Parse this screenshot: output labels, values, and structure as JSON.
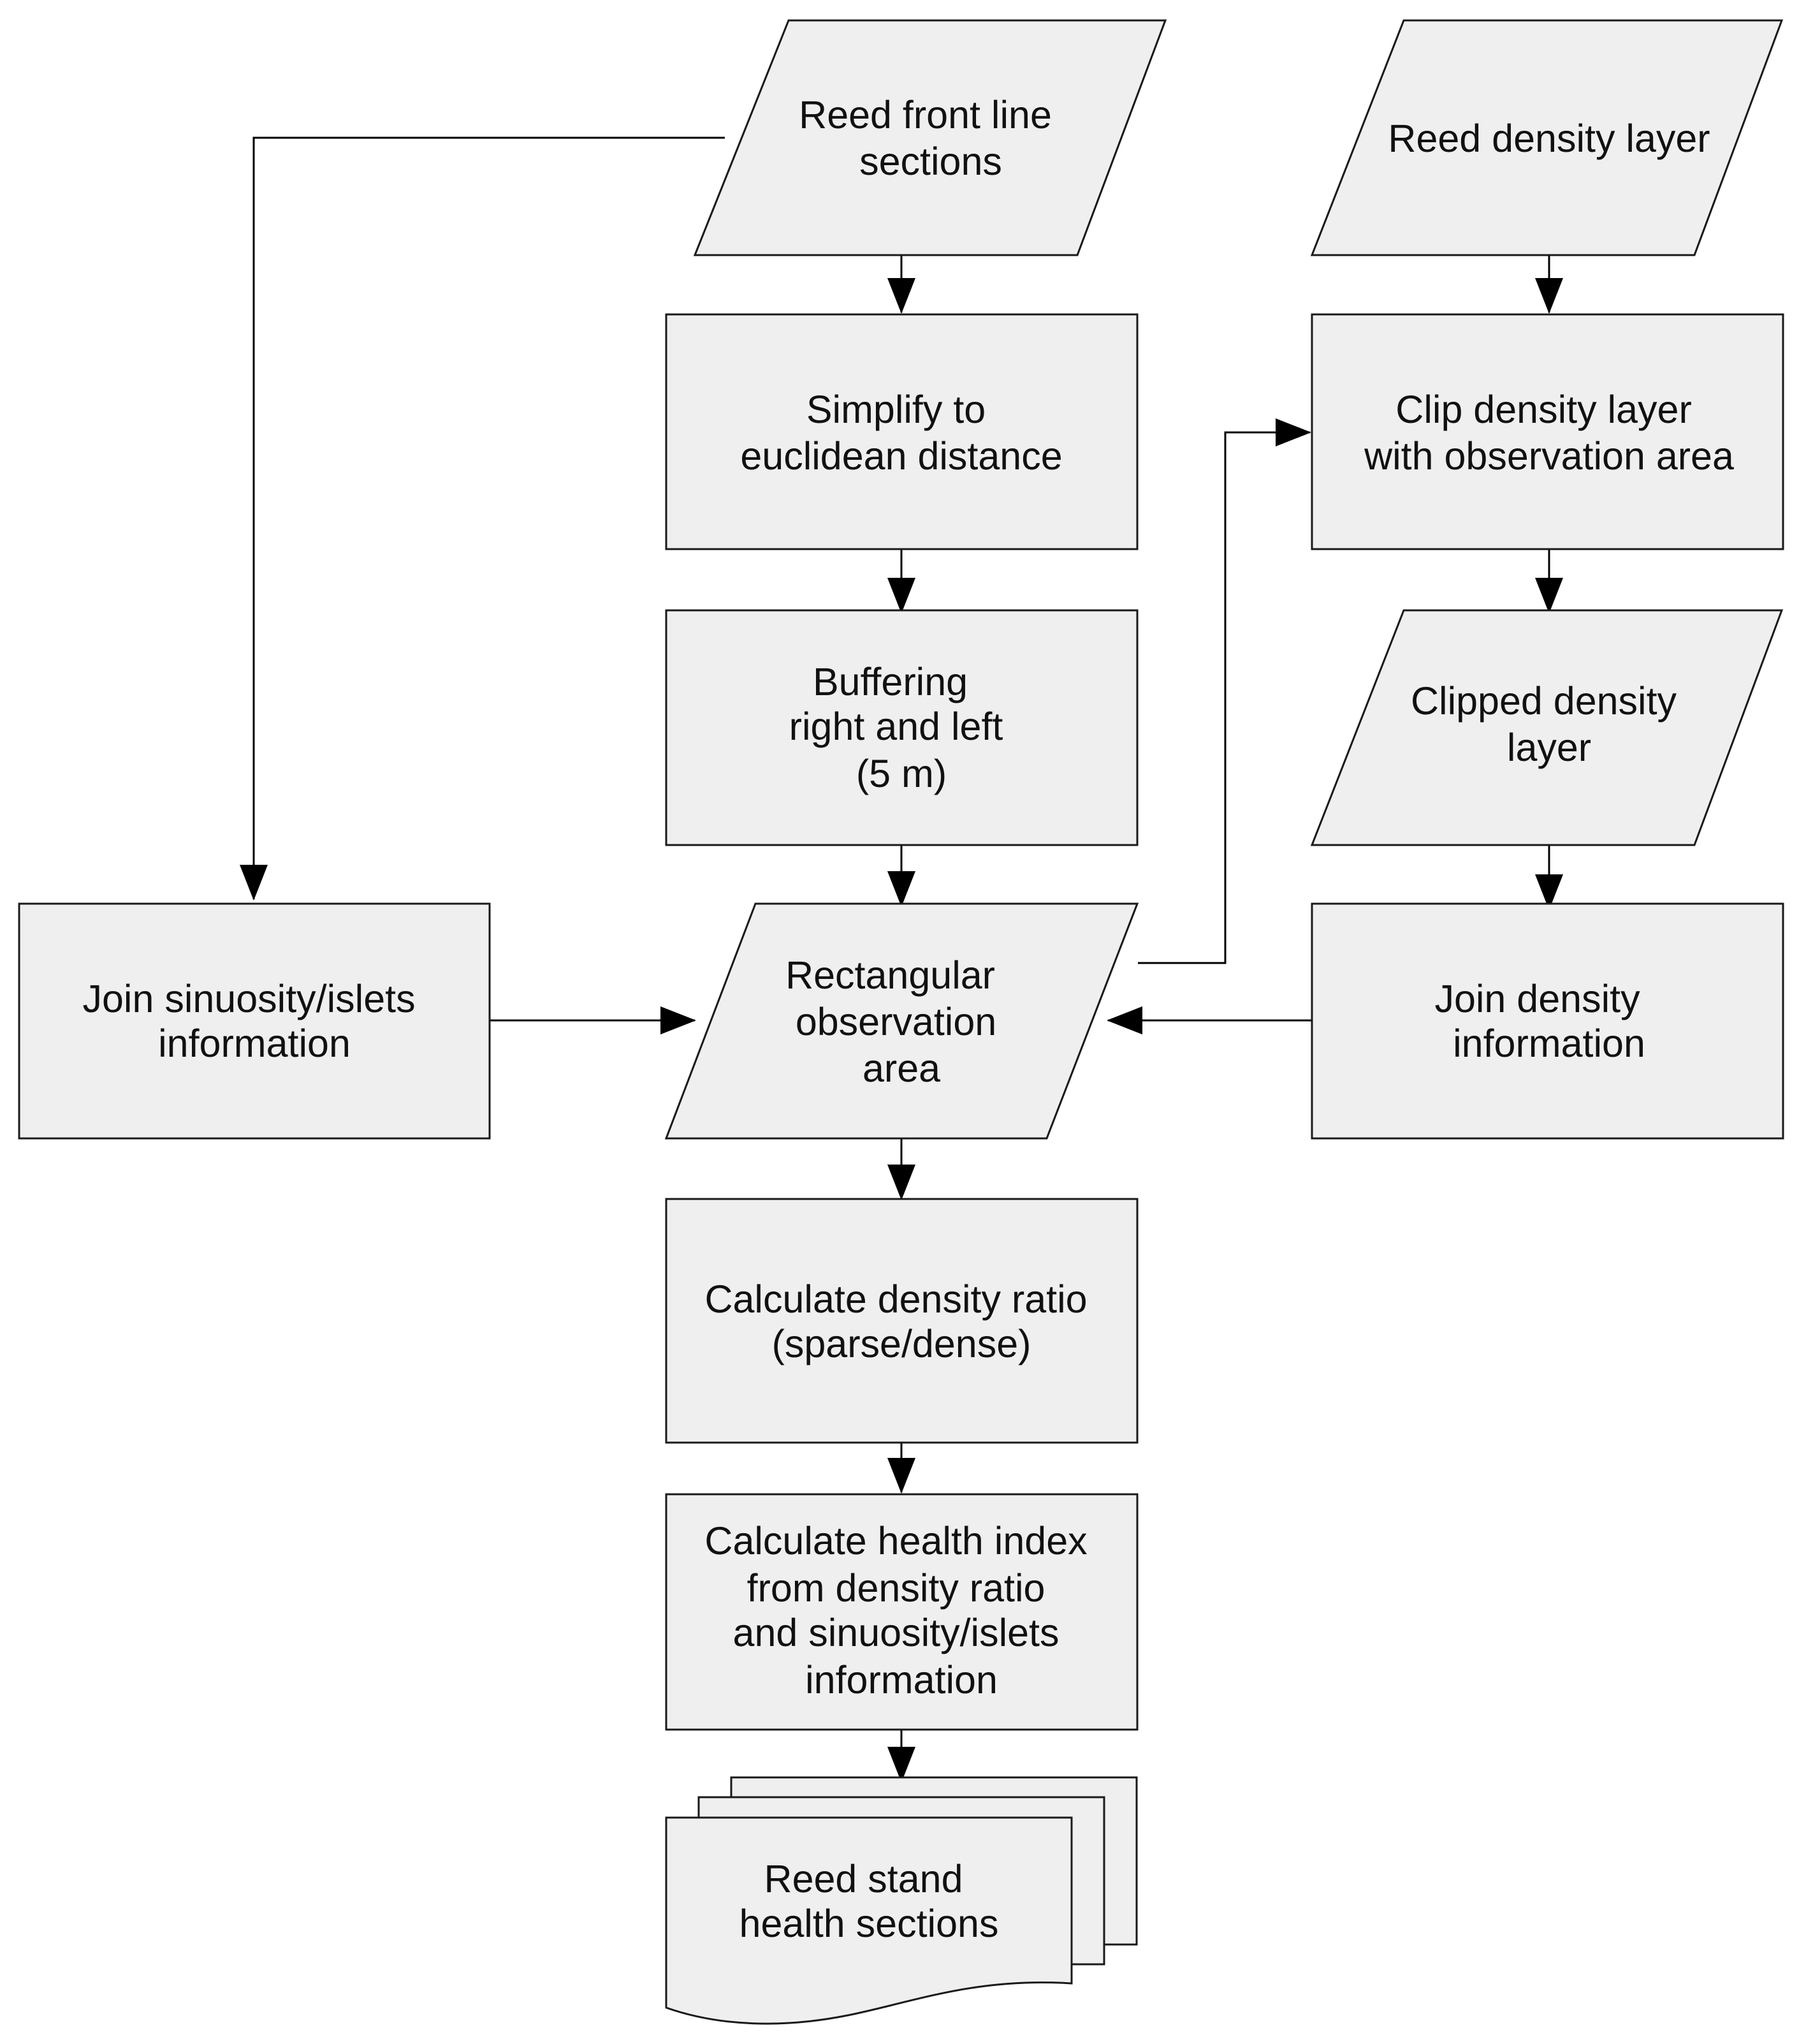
{
  "diagram": {
    "nodes": [
      {
        "id": "reed-front-line-sections",
        "shape": "parallelogram",
        "lines": [
          "Reed front line",
          "sections"
        ]
      },
      {
        "id": "reed-density-layer",
        "shape": "parallelogram",
        "lines": [
          "Reed density layer"
        ]
      },
      {
        "id": "simplify-to-euclidean-distance",
        "shape": "process",
        "lines": [
          "Simplify to",
          "euclidean distance"
        ]
      },
      {
        "id": "clip-density-layer",
        "shape": "process",
        "lines": [
          "Clip density layer",
          "with observation area"
        ]
      },
      {
        "id": "buffering",
        "shape": "process",
        "lines": [
          "Buffering",
          "right and left",
          "(5 m)"
        ]
      },
      {
        "id": "clipped-density-layer",
        "shape": "parallelogram",
        "lines": [
          "Clipped density",
          "layer"
        ]
      },
      {
        "id": "join-sinuosity-islets-information",
        "shape": "process",
        "lines": [
          "Join sinuosity/islets",
          "information"
        ]
      },
      {
        "id": "rectangular-observation-area",
        "shape": "parallelogram",
        "lines": [
          "Rectangular",
          "observation",
          "area"
        ]
      },
      {
        "id": "join-density-information",
        "shape": "process",
        "lines": [
          "Join density",
          "information"
        ]
      },
      {
        "id": "calculate-density-ratio",
        "shape": "process",
        "lines": [
          "Calculate density ratio",
          "(sparse/dense)"
        ]
      },
      {
        "id": "calculate-health-index",
        "shape": "process",
        "lines": [
          "Calculate health index",
          "from density ratio",
          "and sinuosity/islets",
          "information"
        ]
      },
      {
        "id": "reed-stand-health-sections",
        "shape": "multi-document",
        "lines": [
          "Reed stand",
          "health sections"
        ]
      }
    ],
    "edges": [
      {
        "from": "reed-front-line-sections",
        "to": "simplify-to-euclidean-distance"
      },
      {
        "from": "reed-front-line-sections",
        "to": "join-sinuosity-islets-information"
      },
      {
        "from": "simplify-to-euclidean-distance",
        "to": "buffering"
      },
      {
        "from": "buffering",
        "to": "rectangular-observation-area"
      },
      {
        "from": "join-sinuosity-islets-information",
        "to": "rectangular-observation-area"
      },
      {
        "from": "rectangular-observation-area",
        "to": "clip-density-layer"
      },
      {
        "from": "reed-density-layer",
        "to": "clip-density-layer"
      },
      {
        "from": "clip-density-layer",
        "to": "clipped-density-layer"
      },
      {
        "from": "clipped-density-layer",
        "to": "join-density-information"
      },
      {
        "from": "join-density-information",
        "to": "rectangular-observation-area"
      },
      {
        "from": "rectangular-observation-area",
        "to": "calculate-density-ratio"
      },
      {
        "from": "calculate-density-ratio",
        "to": "calculate-health-index"
      },
      {
        "from": "calculate-health-index",
        "to": "reed-stand-health-sections"
      }
    ]
  }
}
